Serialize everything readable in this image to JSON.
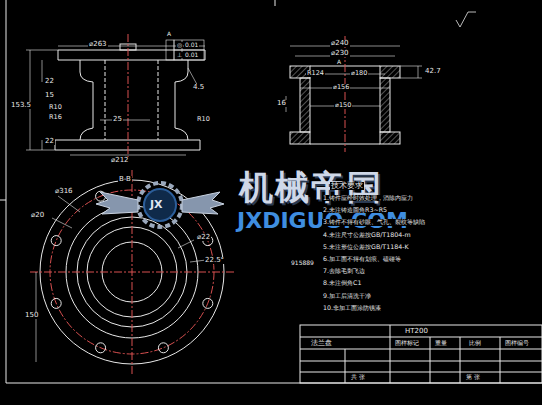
{
  "diagram": {
    "labels": [
      "⌀263",
      "A",
      "◎",
      "0.01",
      "⊥",
      "0.01",
      "4.5",
      "22",
      "15",
      "153.5",
      "R10",
      "R16",
      "25",
      "R10",
      "22",
      "⌀212",
      "⌀240",
      "⌀230",
      "A",
      "R124",
      "⌀180",
      "⌀156",
      "⌀150",
      "16",
      "42.7",
      "B-B",
      "⌀316",
      "⌀20",
      "⌀22",
      "22.5°",
      "150",
      "915889",
      "机械帝国",
      "JXDIGUO.COM",
      "JX",
      "技术要求",
      "1.铸件应经时效处理，消除内应力",
      "2.未注铸造圆角R3~R5",
      "3.铸件不得有砂眼、气孔、裂纹等缺陷",
      "4.未注尺寸公差按GB/T1804-m",
      "5.未注形位公差按GB/T1184-K",
      "6.加工面不得有划痕、磕碰等",
      "7.去除毛刺飞边",
      "8.未注倒角C1",
      "9.加工后清洗干净",
      "10.非加工面涂防锈漆",
      "HT200",
      "法兰盘",
      "图样标记",
      "重量",
      "比例",
      "图样编号",
      "共 张",
      "第 张"
    ]
  }
}
